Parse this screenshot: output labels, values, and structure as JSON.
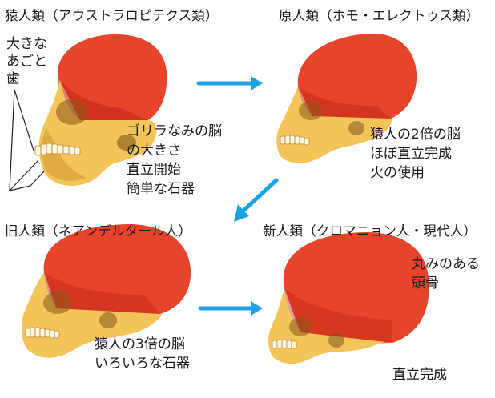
{
  "panels": [
    {
      "title": "猿人類（アウストラロピテクス類）",
      "notes": "ゴリラなみの脳\nの大きさ\n直立開始\n簡単な石器",
      "callout": "大きな\nあごと\n歯"
    },
    {
      "title": "原人類（ホモ・エレクトゥス類）",
      "notes": "猿人の2倍の脳\nほぼ直立完成\n火の使用"
    },
    {
      "title": "旧人類（ネアンデルタール人）",
      "notes": "猿人の3倍の脳\nいろいろな石器"
    },
    {
      "title": "新人類（クロマニョン人・現代人）",
      "notes_top": "丸みのある\n頭骨",
      "notes_bottom": "直立完成"
    }
  ],
  "colors": {
    "cranium": "#e8432b",
    "cranium_shadow": "#c22a16",
    "bone": "#f2c45a",
    "bone_shadow": "#c98f2a",
    "teeth": "#fff6e0",
    "arrow": "#1aa3e6"
  }
}
